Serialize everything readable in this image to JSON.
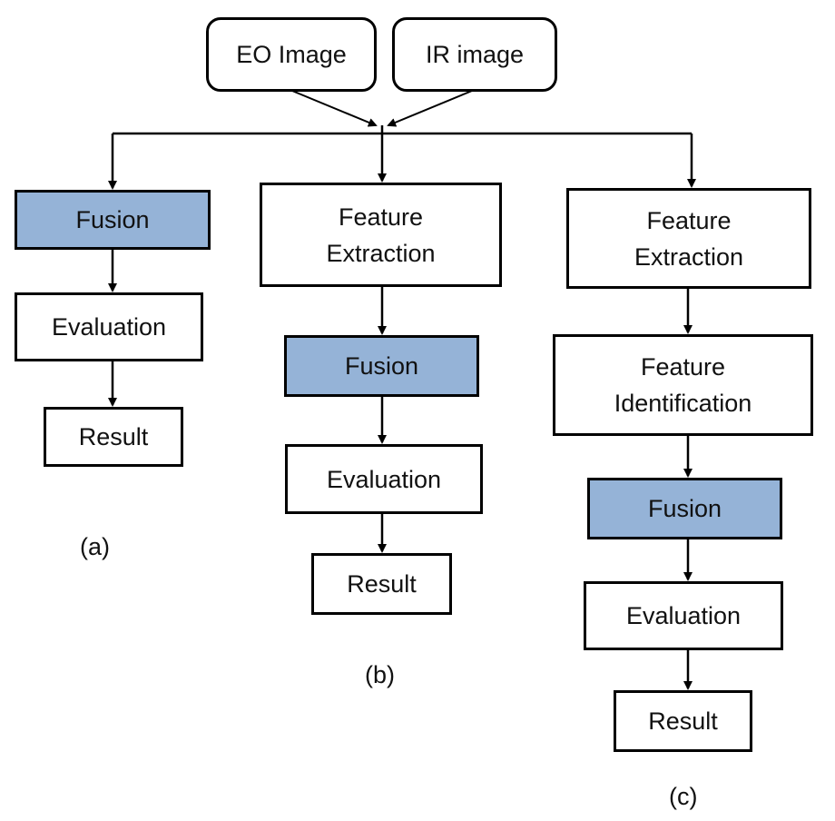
{
  "inputs": {
    "eo": "EO Image",
    "ir": "IR image"
  },
  "pipeline_a": {
    "fusion": "Fusion",
    "evaluation": "Evaluation",
    "result": "Result",
    "caption": "(a)"
  },
  "pipeline_b": {
    "feature_extraction": "Feature\nExtraction",
    "fusion": "Fusion",
    "evaluation": "Evaluation",
    "result": "Result",
    "caption": "(b)"
  },
  "pipeline_c": {
    "feature_extraction": "Feature\nExtraction",
    "feature_identification": "Feature\nIdentification",
    "fusion": "Fusion",
    "evaluation": "Evaluation",
    "result": "Result",
    "caption": "(c)"
  },
  "colors": {
    "fusion_fill": "#95b3d7",
    "stroke": "#000000"
  }
}
